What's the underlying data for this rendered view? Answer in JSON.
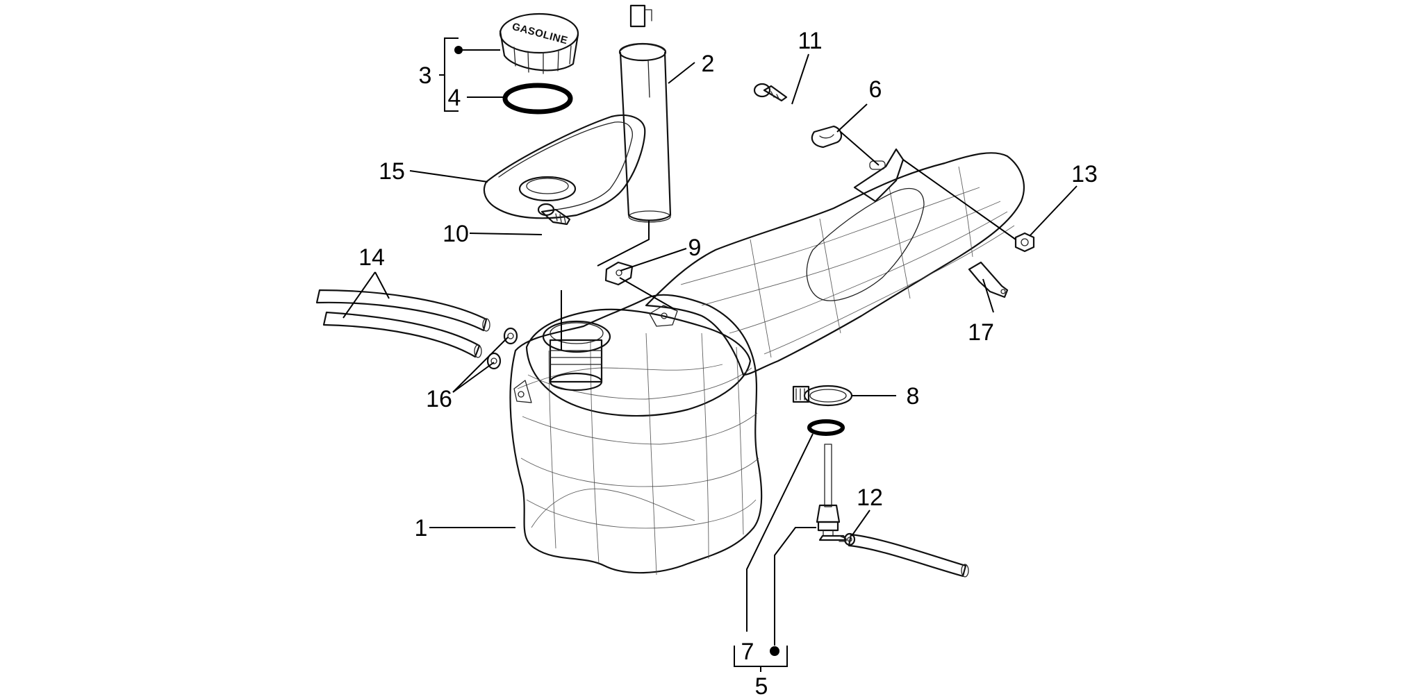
{
  "diagram": {
    "cap_text": "GASOLINE",
    "labels": {
      "p1": "1",
      "p2": "2",
      "p3": "3",
      "p4": "4",
      "p5": "5",
      "p6": "6",
      "p7": "7",
      "p8": "8",
      "p9": "9",
      "p10": "10",
      "p11": "11",
      "p12": "12",
      "p13": "13",
      "p14": "14",
      "p15": "15",
      "p16": "16",
      "p17": "17"
    }
  }
}
